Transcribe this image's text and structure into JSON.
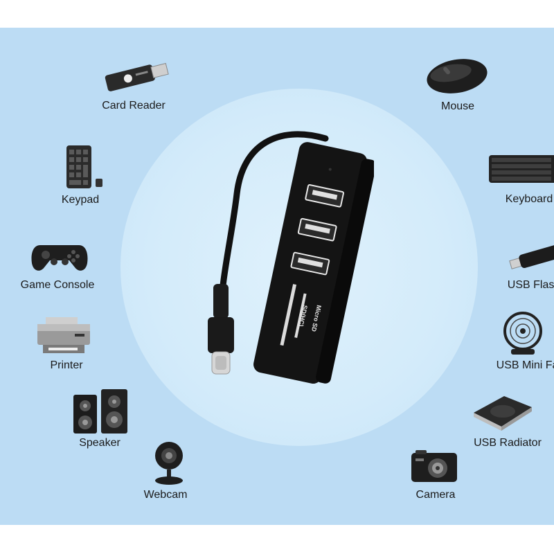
{
  "devices_left": [
    {
      "label": "Card Reader",
      "icon": "card-reader-icon"
    },
    {
      "label": "Keypad",
      "icon": "keypad-icon"
    },
    {
      "label": "Game Console",
      "icon": "gamepad-icon"
    },
    {
      "label": "Printer",
      "icon": "printer-icon"
    },
    {
      "label": "Speaker",
      "icon": "speaker-icon"
    },
    {
      "label": "Webcam",
      "icon": "webcam-icon"
    }
  ],
  "devices_right": [
    {
      "label": "Mouse",
      "icon": "mouse-icon"
    },
    {
      "label": "Keyboard",
      "icon": "keyboard-icon"
    },
    {
      "label": "USB Flash",
      "icon": "usb-flash-icon"
    },
    {
      "label": "USB Mini Fan",
      "icon": "fan-icon"
    },
    {
      "label": "USB Radiator",
      "icon": "radiator-icon"
    },
    {
      "label": "Camera",
      "icon": "camera-icon"
    }
  ],
  "hub": {
    "slot_labels": [
      "SD(HC)",
      "Micro SD"
    ],
    "usb_port_count": 3
  },
  "colors": {
    "background": "#bcdcf4",
    "circle": "#d3ebfa",
    "hub": "#111111"
  }
}
